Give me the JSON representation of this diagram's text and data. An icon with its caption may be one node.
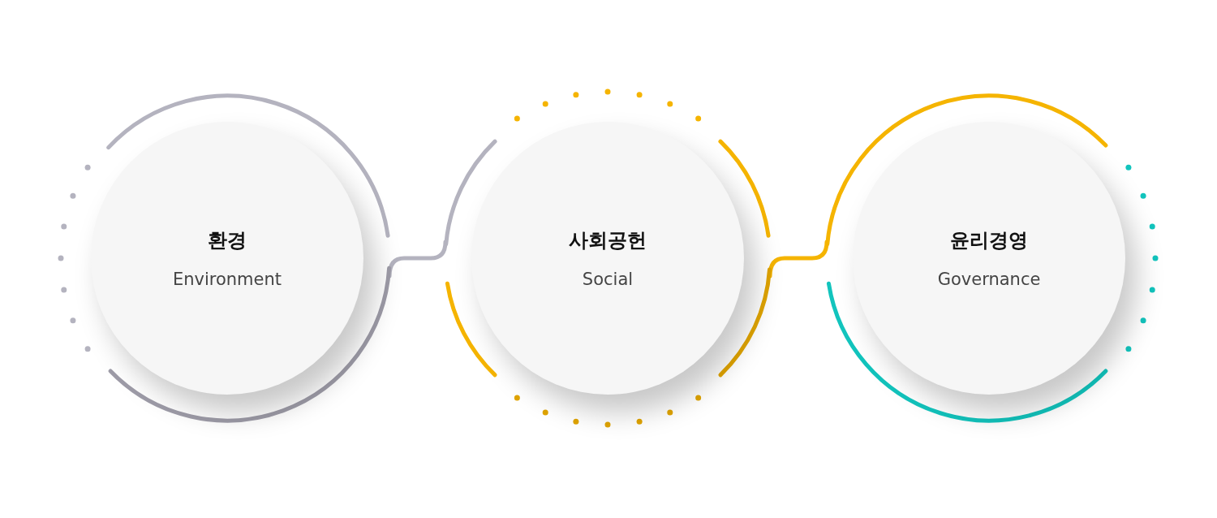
{
  "diagram": {
    "nodes": [
      {
        "text": [
          "환경",
          "Environment"
        ]
      },
      {
        "text": [
          "사회공헌",
          "Social"
        ]
      },
      {
        "text": [
          "윤리경영",
          "Governance"
        ]
      }
    ],
    "edges": [
      {
        "from": 0,
        "to": 1,
        "arrow": "none",
        "color": "#b4b3bf"
      },
      {
        "from": 1,
        "to": 2,
        "arrow": "none",
        "color": "#f5b400"
      }
    ]
  }
}
